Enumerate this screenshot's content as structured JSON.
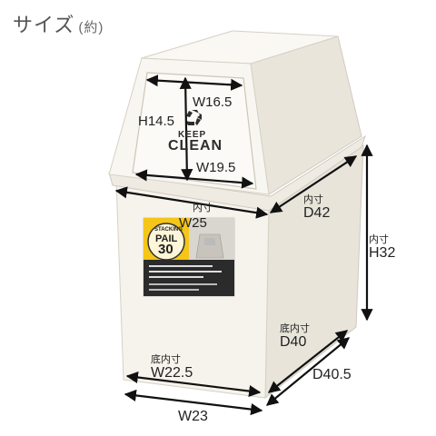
{
  "title": "サイズ",
  "title_note": "(約)",
  "lid": {
    "brand_line1": "KEEP",
    "brand_line2": "CLEAN",
    "icon": "recycle-icon"
  },
  "label": {
    "badge_line1": "STACKING",
    "badge_line2": "PAIL",
    "badge_number": "30"
  },
  "dimensions": {
    "opening_top_width": "W16.5",
    "opening_height": "H14.5",
    "opening_bottom_width": "W19.5",
    "inner_width_caption": "内寸",
    "inner_width": "W25",
    "inner_depth_caption": "内寸",
    "inner_depth": "D42",
    "inner_height_caption": "内寸",
    "inner_height": "H32",
    "bottom_inner_depth_caption": "底内寸",
    "bottom_inner_depth": "D40",
    "bottom_inner_width_caption": "底内寸",
    "bottom_inner_width": "W22.5",
    "outer_depth": "D40.5",
    "outer_width": "W23"
  },
  "colors": {
    "body": "#f4f1ea",
    "label_yellow": "#f5c518",
    "text": "#222222"
  }
}
